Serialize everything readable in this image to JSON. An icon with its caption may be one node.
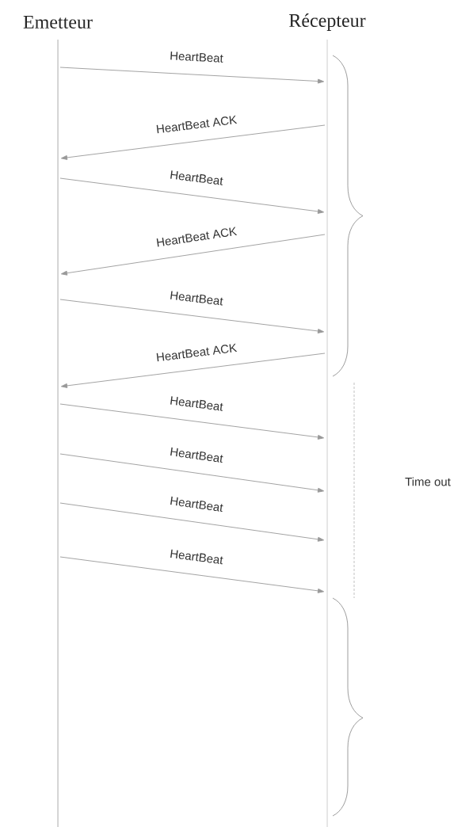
{
  "diagram": {
    "nodes": [
      {
        "text": [
          "Emetteur"
        ]
      },
      {
        "text": [
          "Récepteur"
        ]
      }
    ],
    "edges": [
      {
        "from": 0,
        "to": 1,
        "arrow": "to",
        "label": "HeartBeat"
      },
      {
        "from": 1,
        "to": 0,
        "arrow": "to",
        "label": "HeartBeat ACK"
      },
      {
        "from": 0,
        "to": 1,
        "arrow": "to",
        "label": "HeartBeat"
      },
      {
        "from": 1,
        "to": 0,
        "arrow": "to",
        "label": "HeartBeat ACK"
      },
      {
        "from": 0,
        "to": 1,
        "arrow": "to",
        "label": "HeartBeat"
      },
      {
        "from": 1,
        "to": 0,
        "arrow": "to",
        "label": "HeartBeat ACK"
      },
      {
        "from": 0,
        "to": 1,
        "arrow": "to",
        "label": "HeartBeat"
      },
      {
        "from": 0,
        "to": 1,
        "arrow": "to",
        "label": "HeartBeat"
      },
      {
        "from": 0,
        "to": 1,
        "arrow": "to",
        "label": "HeartBeat"
      },
      {
        "from": 0,
        "to": 1,
        "arrow": "to",
        "label": "HeartBeat"
      }
    ],
    "labels": [
      "Time out"
    ]
  }
}
